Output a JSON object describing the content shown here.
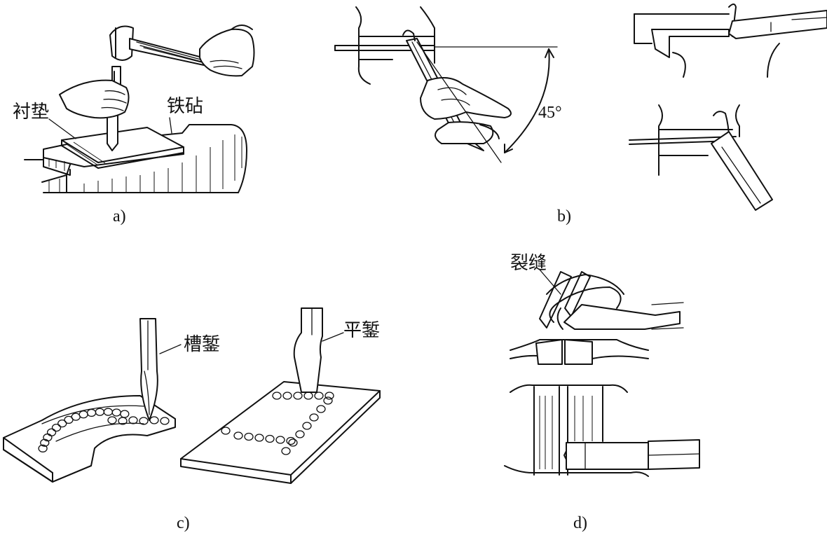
{
  "panels": {
    "a": {
      "caption": "a)",
      "labels": {
        "pad": "衬垫",
        "anvil": "铁砧"
      }
    },
    "b": {
      "caption": "b)",
      "angle_label": "45°"
    },
    "c": {
      "caption": "c)",
      "labels": {
        "groove_chisel": "槽錾",
        "flat_chisel": "平錾"
      }
    },
    "d": {
      "caption": "d)",
      "labels": {
        "crack": "裂缝"
      }
    }
  }
}
